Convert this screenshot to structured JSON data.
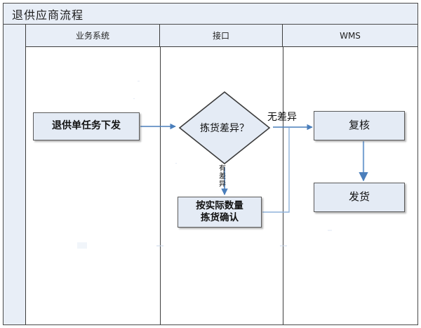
{
  "diagram": {
    "title": "退供应商流程",
    "type": "swimlane-flowchart",
    "lanes": [
      {
        "id": "lane-business",
        "label": "业务系统"
      },
      {
        "id": "lane-interface",
        "label": "接口"
      },
      {
        "id": "lane-wms",
        "label": "WMS"
      }
    ],
    "nodes": [
      {
        "id": "node-dispatch",
        "shape": "process",
        "lane": "lane-business",
        "label": "退供单任务下发"
      },
      {
        "id": "node-decision",
        "shape": "decision",
        "lane": "lane-interface",
        "label": "拣货差异？"
      },
      {
        "id": "node-confirm",
        "shape": "process",
        "lane": "lane-interface",
        "label_line1": "按实际数量",
        "label_line2": "拣货确认"
      },
      {
        "id": "node-review",
        "shape": "process",
        "lane": "lane-wms",
        "label": "复核"
      },
      {
        "id": "node-ship",
        "shape": "process",
        "lane": "lane-wms",
        "label": "发货"
      }
    ],
    "edges": [
      {
        "id": "edge-dispatch-decision",
        "from": "node-dispatch",
        "to": "node-decision",
        "label": ""
      },
      {
        "id": "edge-decision-review",
        "from": "node-decision",
        "to": "node-review",
        "label": "无差异"
      },
      {
        "id": "edge-decision-confirm",
        "from": "node-decision",
        "to": "node-confirm",
        "label": "有差异"
      },
      {
        "id": "edge-confirm-review",
        "from": "node-confirm",
        "to": "node-review",
        "label": ""
      },
      {
        "id": "edge-review-ship",
        "from": "node-review",
        "to": "node-ship",
        "label": ""
      }
    ],
    "colors": {
      "node_fill": "#e4ebf5",
      "node_border": "#5a5a5a",
      "lane_header_fill": "#e8eef7",
      "frame_border": "#4a4a4a",
      "connector": "#4a7ebb",
      "canvas": "#ffffff"
    }
  }
}
